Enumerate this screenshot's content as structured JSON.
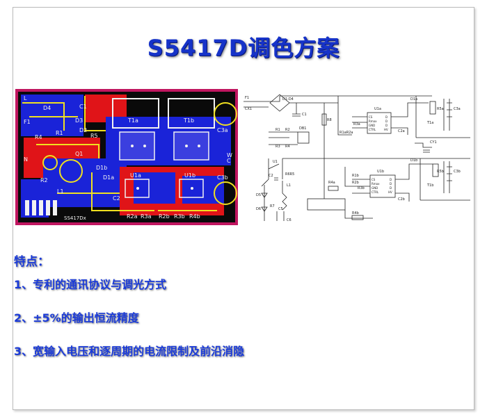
{
  "title": "S5417D调色方案",
  "features": {
    "heading": "特点：",
    "items": [
      "1、专利的通讯协议与调光方式",
      "2、±5%的输出恒流精度",
      "3、宽输入电压和逐周期的电流限制及前沿消隐"
    ]
  },
  "pcb": {
    "labels": [
      "L",
      "F1",
      "N",
      "D4",
      "R1",
      "R4",
      "D3",
      "R5",
      "C1",
      "D2",
      "R2",
      "Q1",
      "D1b",
      "U1a",
      "U1b",
      "T1a",
      "T1b",
      "L1",
      "C3a",
      "C3b",
      "R2a",
      "R2b",
      "R3a",
      "R3b",
      "R4b",
      "D1a",
      "C2",
      "W",
      "C"
    ],
    "silkscreen": "SS417Dx"
  },
  "schematic": {
    "labels": [
      "F1",
      "CX1",
      "D1-D4",
      "C1",
      "U1a",
      "D1a",
      "R5a",
      "C3a",
      "T1a",
      "R1",
      "R2",
      "DB1",
      "R1aR2a",
      "R3a",
      "C2a",
      "R3",
      "R4",
      "R8",
      "CY1",
      "U1",
      "C2",
      "R6R5",
      "L1",
      "R4a",
      "U1b",
      "R1b",
      "R2b",
      "R3b",
      "D1b",
      "R5b",
      "C3b",
      "T1b",
      "C2b",
      "R4b",
      "D5",
      "D6",
      "R7",
      "C5",
      "C6"
    ],
    "ic_pins": [
      "CS",
      "D",
      "Rmax",
      "D",
      "GND",
      "D",
      "CTRL",
      "HV"
    ]
  }
}
